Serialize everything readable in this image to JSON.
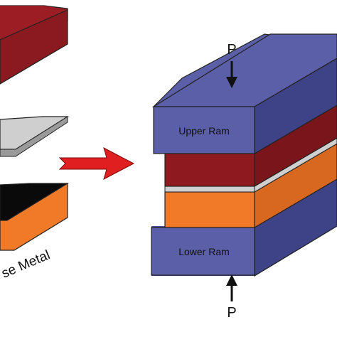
{
  "labels": {
    "base_metal": "se Metal",
    "upper_ram": "Upper Ram",
    "lower_ram": "Lower Ram",
    "force_top": "P",
    "force_bottom": "P"
  },
  "colors": {
    "ram_blue": "#5b5fa8",
    "flyer_red": "#8e1a1f",
    "interlayer_gray": "#d4d4d4",
    "base_orange": "#ef7a2a",
    "arrow_red": "#e02020",
    "outline": "#222222"
  }
}
